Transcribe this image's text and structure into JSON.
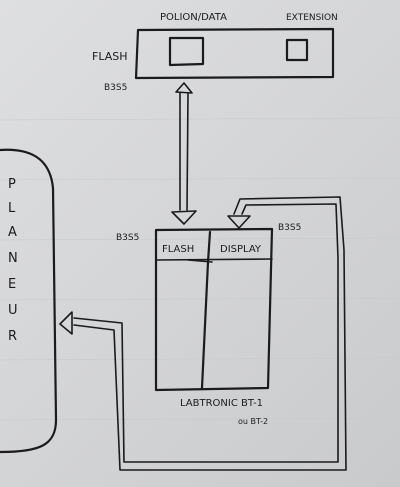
{
  "diagram": {
    "top_box": {
      "title": "POLION/DATA",
      "extension_label": "EXTENSION",
      "flash_label": "FLASH",
      "chip_label": "B3S5"
    },
    "bottom_box": {
      "left_chip_label": "B3S5",
      "right_chip_label": "B3S5",
      "col_flash": "FLASH",
      "col_display": "DISPLAY",
      "caption_main": "LABTRONIC BT-1",
      "caption_sub": "ou BT-2"
    },
    "side_panel": {
      "vertical_text": [
        "P",
        "L",
        "A",
        "N",
        "E",
        "U",
        "R"
      ]
    }
  }
}
